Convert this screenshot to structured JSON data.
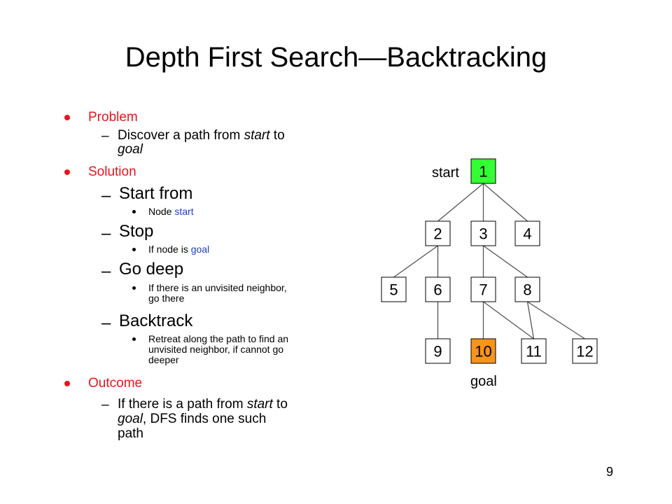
{
  "slide": {
    "title": "Depth First Search—Backtracking",
    "page_number": "9",
    "colors": {
      "heading": "#e8141d",
      "keyword": "#1f3fc4",
      "start_node": "#33ff33",
      "goal_node": "#f7941d",
      "edge": "#555555"
    }
  },
  "bullets": {
    "problem": {
      "heading": "Problem",
      "line1_pre": "Discover a path from ",
      "line1_em": "start",
      "line1_post": " to",
      "line2_em": "goal"
    },
    "solution": {
      "heading": "Solution",
      "start_from": "Start from",
      "node_start_pre": "Node ",
      "node_start_kw": "start",
      "stop": "Stop",
      "if_goal_pre": "If node is ",
      "if_goal_kw": "goal",
      "go_deep": "Go deep",
      "go_deep_1": "If there is an unvisited neighbor,",
      "go_deep_2": "go there",
      "backtrack": "Backtrack",
      "backtrack_1": "Retreat along the path to find an",
      "backtrack_2": "unvisited neighbor, if cannot go",
      "backtrack_3": "deeper"
    },
    "outcome": {
      "heading": "Outcome",
      "l1_pre": "If there is a path from ",
      "l1_em": "start",
      "l1_post": " to",
      "l2_em": "goal",
      "l2_post": ", DFS finds one such",
      "l3": "path"
    }
  },
  "graph": {
    "start_label": "start",
    "goal_label": "goal",
    "nodes": [
      "1",
      "2",
      "3",
      "4",
      "5",
      "6",
      "7",
      "8",
      "9",
      "10",
      "11",
      "12"
    ],
    "edges": [
      [
        "1",
        "2"
      ],
      [
        "1",
        "3"
      ],
      [
        "1",
        "4"
      ],
      [
        "2",
        "5"
      ],
      [
        "2",
        "6"
      ],
      [
        "3",
        "7"
      ],
      [
        "3",
        "8"
      ],
      [
        "6",
        "9"
      ],
      [
        "7",
        "10"
      ],
      [
        "7",
        "11"
      ],
      [
        "8",
        "11"
      ],
      [
        "8",
        "12"
      ]
    ],
    "start_node": "1",
    "goal_node": "10"
  }
}
